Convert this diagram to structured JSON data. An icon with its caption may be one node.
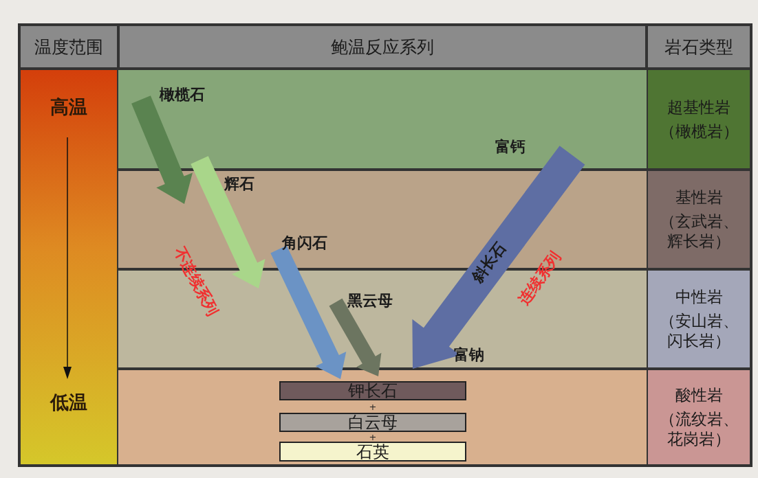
{
  "diagram": {
    "nodes": [
      {
        "text": [
          "温度范围"
        ]
      },
      {
        "text": [
          "鲍温反应系列"
        ]
      },
      {
        "text": [
          "岩石类型"
        ]
      },
      {
        "text": [
          "高温",
          "低温"
        ]
      },
      {
        "text": [
          "橄榄石"
        ]
      },
      {
        "text": [
          "辉石"
        ]
      },
      {
        "text": [
          "角闪石"
        ]
      },
      {
        "text": [
          "黑云母"
        ]
      },
      {
        "text": [
          "富钙"
        ]
      },
      {
        "text": [
          "富钠"
        ]
      },
      {
        "text": [
          "钾长石"
        ]
      },
      {
        "text": [
          "白云母"
        ]
      },
      {
        "text": [
          "石英"
        ]
      },
      {
        "text": [
          "超基性岩",
          "（橄榄岩）"
        ]
      },
      {
        "text": [
          "基性岩",
          "（玄武岩、辉长岩）"
        ]
      },
      {
        "text": [
          "中性岩",
          "（安山岩、闪长岩）"
        ]
      },
      {
        "text": [
          "酸性岩",
          "（流纹岩、花岗岩）"
        ]
      }
    ],
    "edges": [
      {
        "from": 4,
        "to": 5,
        "arrow": "to",
        "color": "#5a8350"
      },
      {
        "from": 5,
        "to": 6,
        "arrow": "to",
        "color": "#a9d68a"
      },
      {
        "from": 6,
        "to": 10,
        "arrow": "to",
        "color": "#6b93c5"
      },
      {
        "from": 7,
        "to": 10,
        "arrow": "to",
        "color": "#6c7560"
      },
      {
        "from": 8,
        "to": 9,
        "arrow": "to",
        "label": "斜长石",
        "color": "#5e6ea3"
      }
    ],
    "labels": [
      "不连续系列",
      "连续系列",
      "+",
      "+"
    ]
  }
}
